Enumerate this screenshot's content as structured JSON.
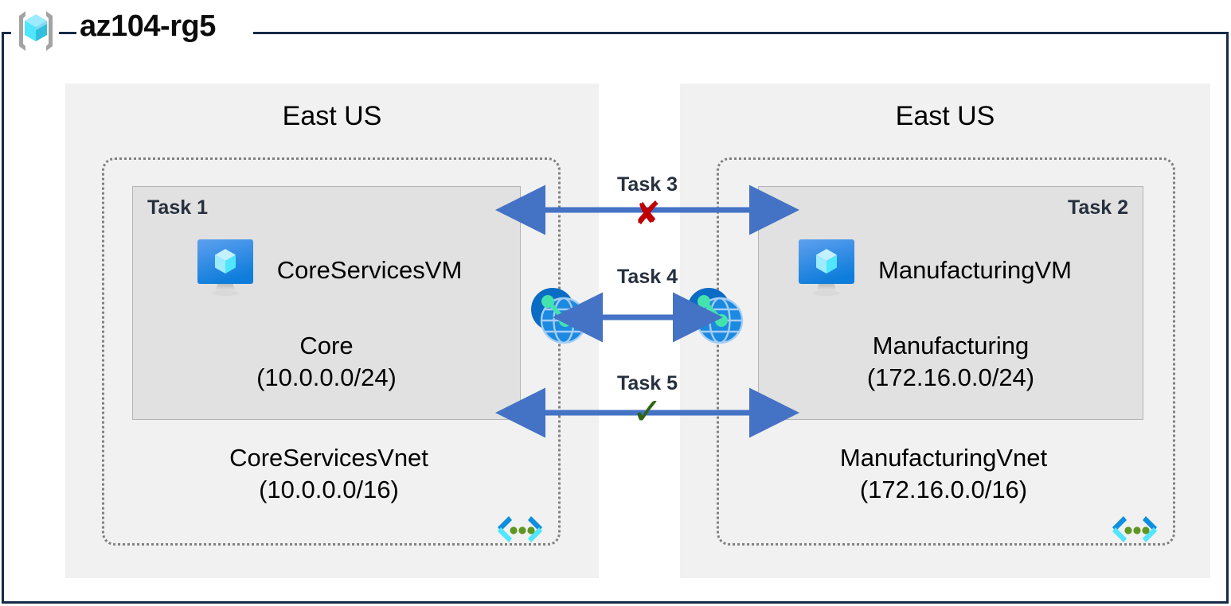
{
  "title": {
    "text": "az104-rg5",
    "icon": "resource-group-icon"
  },
  "colors": {
    "frame": "#152b47",
    "region_panel": "#f1f1f1",
    "subnet_fill": "#e1e1e1",
    "vnet_border": "#808080",
    "arrow": "#4472c4",
    "denied": "#c00000",
    "allowed": "#2e6416",
    "azure_blue": "#0078d4",
    "cube_cyan": "#50e6ff"
  },
  "regions": [
    {
      "id": "left",
      "label": "East US",
      "vnet": {
        "name": "CoreServicesVnet",
        "cidr": "(10.0.0.0/16)",
        "corner_icon": "vnet-icon"
      },
      "subnet": {
        "task_tag": "Task 1",
        "task_tag_align": "left",
        "vm": {
          "name": "CoreServicesVM",
          "icon": "virtual-machine-icon"
        },
        "name": "Core",
        "cidr": "(10.0.0.0/24)"
      },
      "peering_icon": "vnet-peering-icon"
    },
    {
      "id": "right",
      "label": "East US",
      "vnet": {
        "name": "ManufacturingVnet",
        "cidr": "(172.16.0.0/16)",
        "corner_icon": "vnet-icon"
      },
      "subnet": {
        "task_tag": "Task 2",
        "task_tag_align": "right",
        "vm": {
          "name": "ManufacturingVM",
          "icon": "virtual-machine-icon"
        },
        "name": "Manufacturing",
        "cidr": "(172.16.0.0/24)"
      },
      "peering_icon": "vnet-peering-icon"
    }
  ],
  "connectors": [
    {
      "id": "task3",
      "label": "Task 3",
      "mark": "✘",
      "mark_kind": "denied",
      "description": "blocked traffic between subnets"
    },
    {
      "id": "task4",
      "label": "Task 4",
      "mark": "",
      "mark_kind": "none",
      "description": "vnet peering between virtual networks"
    },
    {
      "id": "task5",
      "label": "Task 5",
      "mark": "✓",
      "mark_kind": "allowed",
      "description": "allowed traffic between subnets"
    }
  ]
}
